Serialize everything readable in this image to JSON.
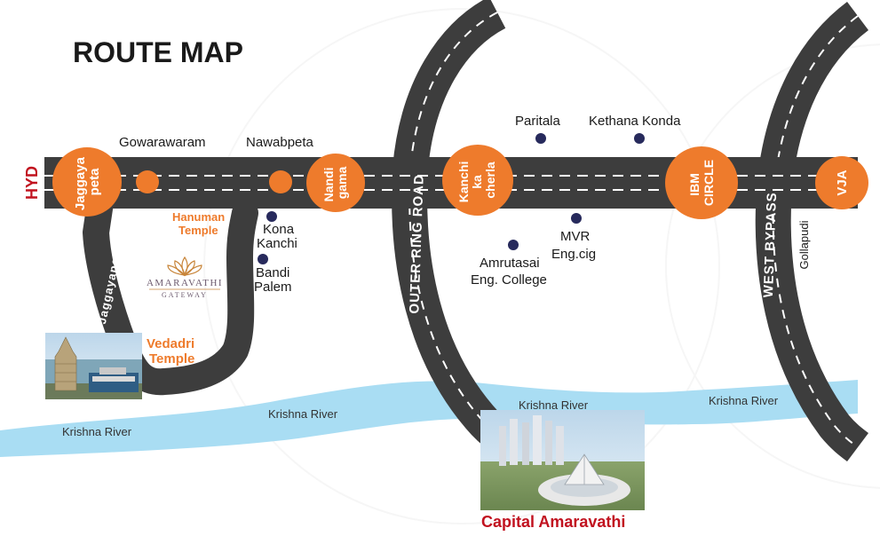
{
  "title": "ROUTE MAP",
  "hyd_label": "HYD",
  "colors": {
    "road": "#3d3d3d",
    "junction": "#ee7b2c",
    "river": "#a9ddf3",
    "dot": "#272a5c",
    "title": "#1a1a1a",
    "red_label": "#c1121f"
  },
  "junctions": {
    "jaggayapeta": [
      "Jaggaya",
      "peta"
    ],
    "nandigama": [
      "Nandi",
      "gama"
    ],
    "kanchikacherla": [
      "Kanchi",
      "ka",
      "cherla"
    ],
    "ibm_circle": [
      "IBM",
      "CIRCLE"
    ],
    "vja": "VJA"
  },
  "small_junctions": {
    "gowarawaram": "Gowarawaram",
    "nawabpeta": "Nawabpeta"
  },
  "places": {
    "paritala": "Paritala",
    "kethana_konda": "Kethana Konda",
    "kona_kanchi": [
      "Kona",
      "Kanchi"
    ],
    "bandi_palem": [
      "Bandi",
      "Palem"
    ],
    "mvr": [
      "MVR",
      "Eng.cig"
    ],
    "amrutasai": [
      "Amrutasai",
      "Eng. College"
    ]
  },
  "temples": {
    "hanuman": [
      "Hanuman",
      "Temple"
    ],
    "vedadri": [
      "Vedadri",
      "Temple"
    ]
  },
  "roads": {
    "jaggayapeta_road": "Jaggayapeta",
    "outer_ring_road": "OUTER RING ROAD",
    "west_bypass": "WEST BYPASS",
    "gollapudi": "Gollapudi"
  },
  "rivers": {
    "left": "Krishna River",
    "middle": "Krishna River",
    "center": "Krishna River",
    "right": "Krishna River"
  },
  "logo": {
    "line1": "AMARAVATHI",
    "line2": "GATEWAY"
  },
  "capital_label": "Capital Amaravathi"
}
